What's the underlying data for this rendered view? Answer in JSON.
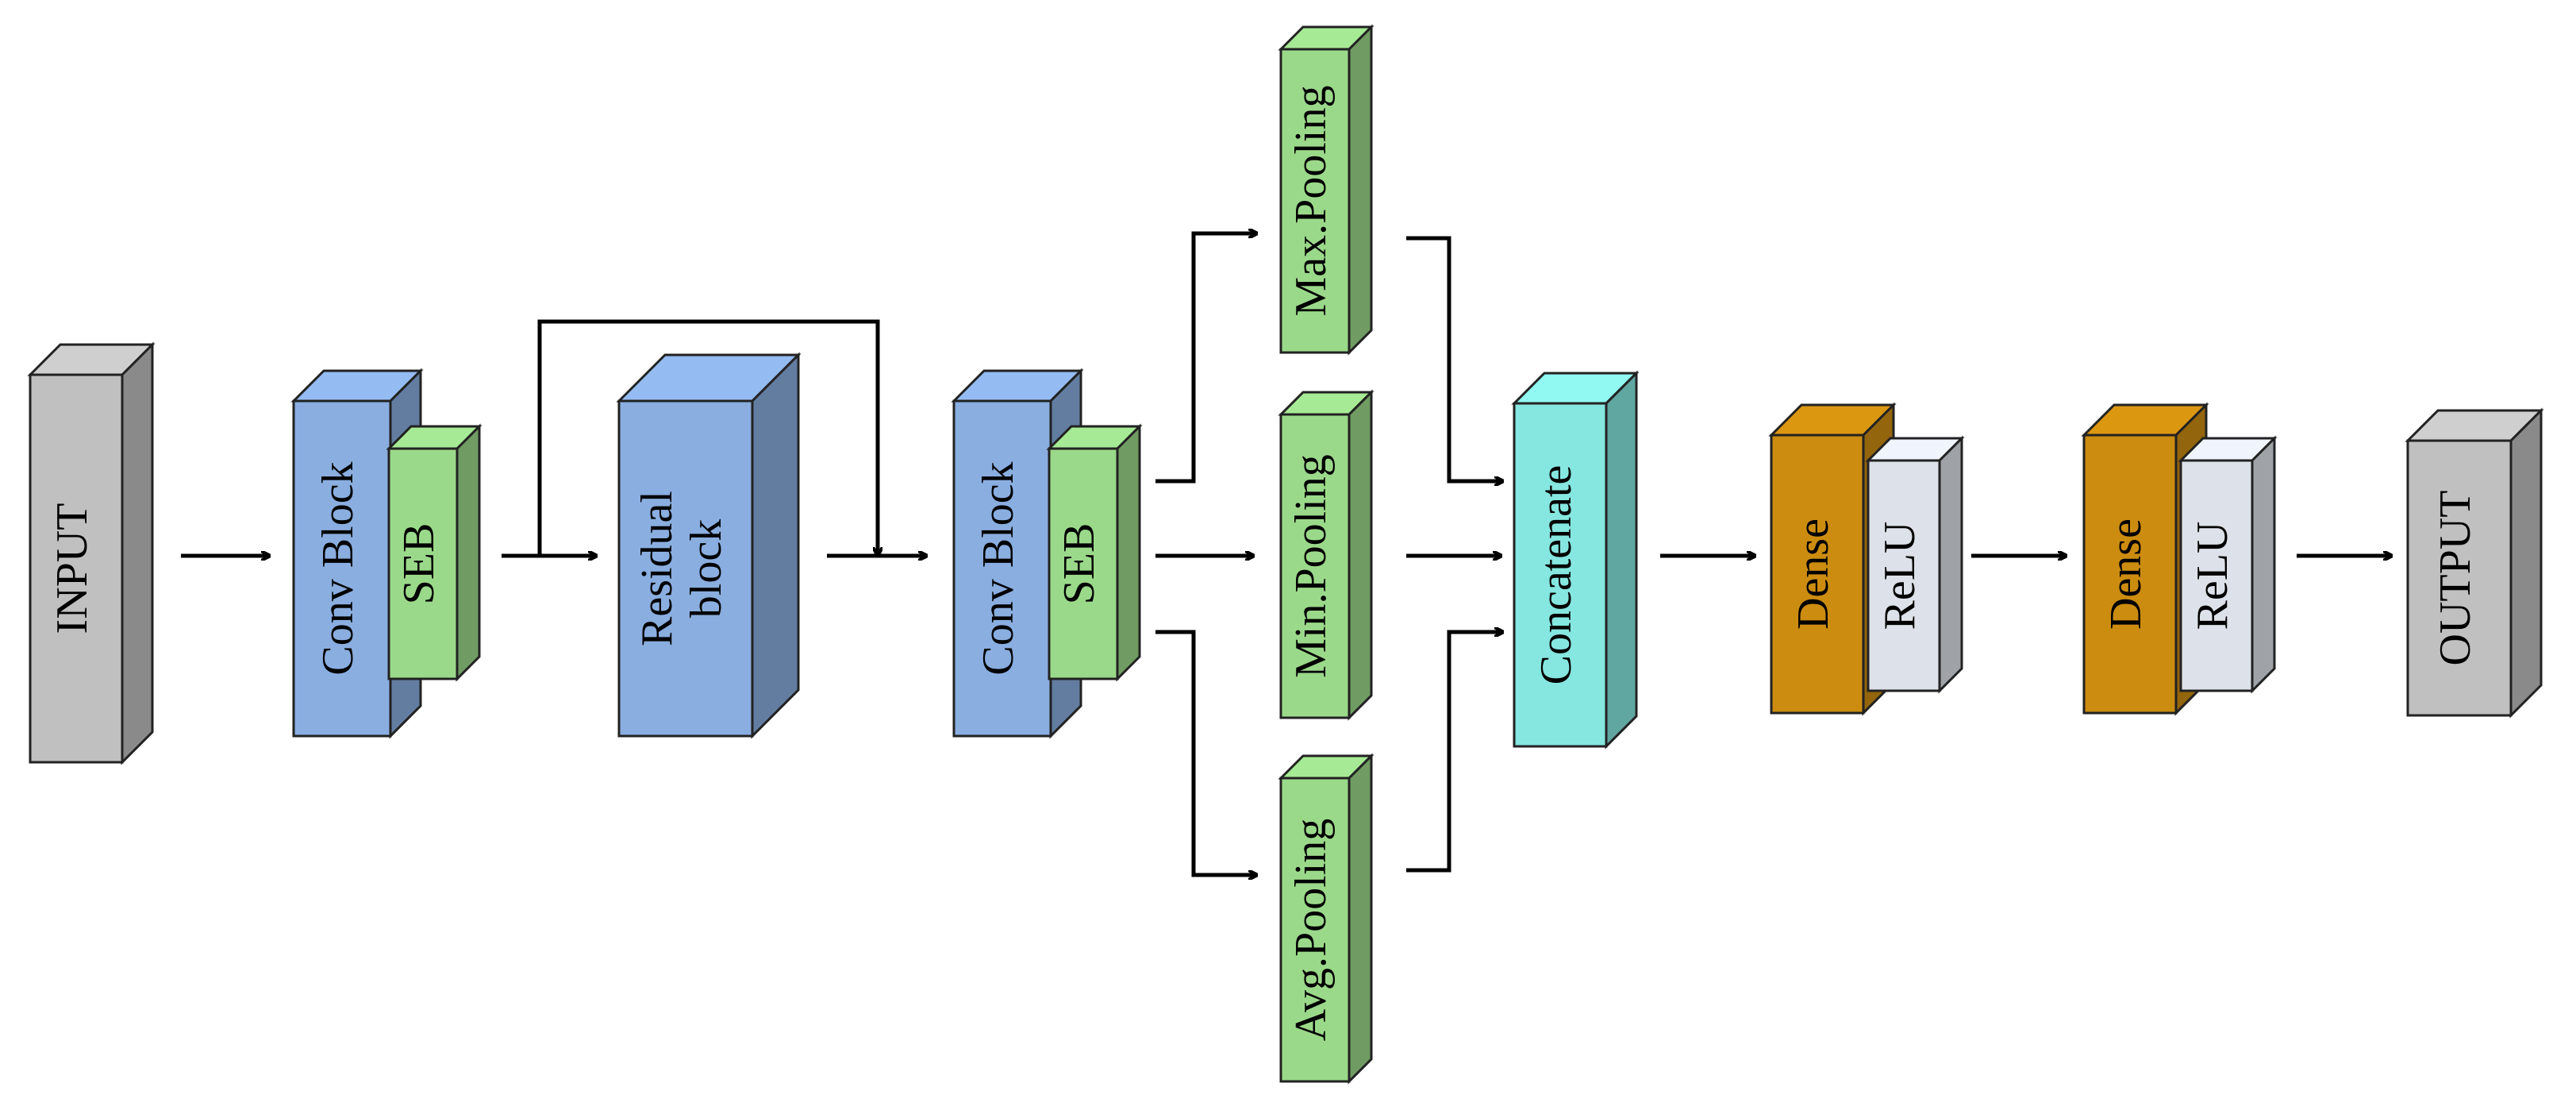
{
  "colors": {
    "input": "#c0c0c0",
    "conv": "#8aaee0",
    "seb": "#9bd98a",
    "residual": "#8aaee0",
    "pooling": "#9bd98a",
    "concatenate": "#86e6e0",
    "dense": "#cc8c10",
    "relu": "#dde2ea",
    "output": "#c0c0c0",
    "edge": "#000000"
  },
  "nodes": {
    "input": {
      "lines": [
        "INPUT"
      ],
      "icon": ""
    },
    "conv1": {
      "lines": [
        "Conv Block"
      ]
    },
    "seb1": {
      "lines": [
        "SEB"
      ]
    },
    "residual": {
      "lines": [
        "Residual",
        "block"
      ]
    },
    "conv2": {
      "lines": [
        "Conv Block"
      ]
    },
    "seb2": {
      "lines": [
        "SEB"
      ]
    },
    "maxpool": {
      "lines": [
        "Max.Pooling"
      ]
    },
    "minpool": {
      "lines": [
        "Min.Pooling"
      ]
    },
    "avgpool": {
      "lines": [
        "Avg.Pooling"
      ]
    },
    "concat": {
      "lines": [
        "Concatenate"
      ]
    },
    "dense1": {
      "lines": [
        "Dense"
      ]
    },
    "relu1": {
      "lines": [
        "ReLU"
      ]
    },
    "dense2": {
      "lines": [
        "Dense"
      ]
    },
    "relu2": {
      "lines": [
        "ReLU"
      ]
    },
    "output": {
      "lines": [
        "OUTPUT"
      ]
    }
  },
  "edges": [
    {
      "from": "input",
      "to": "conv1"
    },
    {
      "from": "seb1",
      "to": "residual"
    },
    {
      "from": "seb1",
      "to": "residual-skip-over",
      "kind": "skip connection"
    },
    {
      "from": "residual",
      "to": "conv2"
    },
    {
      "from": "seb2",
      "to": "maxpool"
    },
    {
      "from": "seb2",
      "to": "minpool"
    },
    {
      "from": "seb2",
      "to": "avgpool"
    },
    {
      "from": "maxpool",
      "to": "concat"
    },
    {
      "from": "minpool",
      "to": "concat"
    },
    {
      "from": "avgpool",
      "to": "concat"
    },
    {
      "from": "concat",
      "to": "dense1"
    },
    {
      "from": "relu1",
      "to": "dense2"
    },
    {
      "from": "relu2",
      "to": "output"
    }
  ]
}
